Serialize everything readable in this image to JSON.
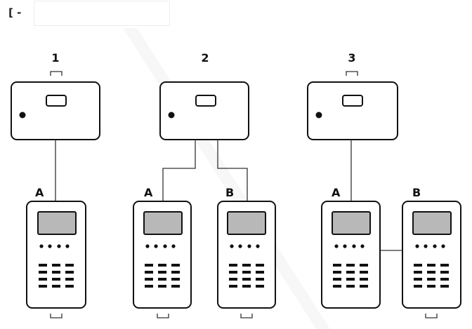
{
  "top": {
    "label": "[ -",
    "input_value": "",
    "input_placeholder": ""
  },
  "configurations": [
    {
      "number": "1",
      "handset_labels": [
        "A"
      ]
    },
    {
      "number": "2",
      "handset_labels": [
        "A",
        "B"
      ]
    },
    {
      "number": "3",
      "handset_labels": [
        "A",
        "B"
      ]
    }
  ]
}
